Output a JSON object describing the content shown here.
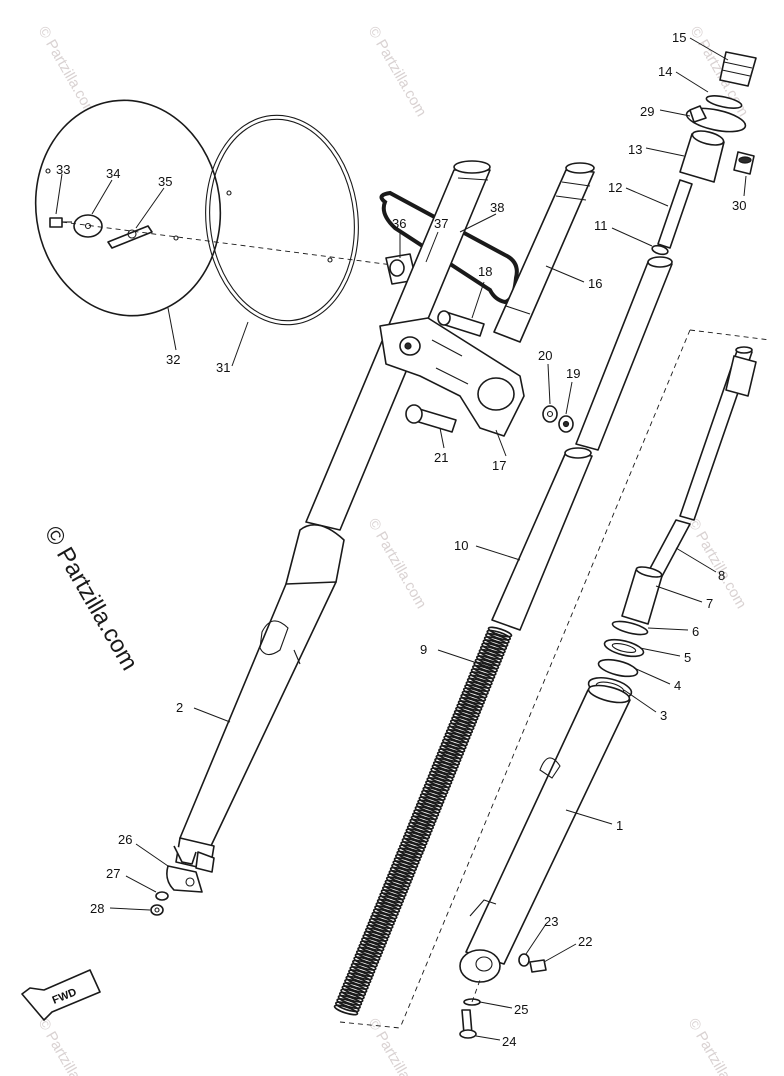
{
  "watermark": {
    "main": "© Partzilla.com",
    "tile": "© Partzilla.com"
  },
  "fwd_label": "FWD",
  "callouts": {
    "c1": "1",
    "c2": "2",
    "c3": "3",
    "c4": "4",
    "c5": "5",
    "c6": "6",
    "c7": "7",
    "c8": "8",
    "c9": "9",
    "c10": "10",
    "c11": "11",
    "c12": "12",
    "c13": "13",
    "c14": "14",
    "c15": "15",
    "c16": "16",
    "c17": "17",
    "c18": "18",
    "c19": "19",
    "c20": "20",
    "c21": "21",
    "c22": "22",
    "c23": "23",
    "c24": "24",
    "c25": "25",
    "c26": "26",
    "c27": "27",
    "c28": "28",
    "c29": "29",
    "c30": "30",
    "c31": "31",
    "c32": "32",
    "c33": "33",
    "c34": "34",
    "c35": "35",
    "c36": "36",
    "c37": "37",
    "c38": "38"
  }
}
